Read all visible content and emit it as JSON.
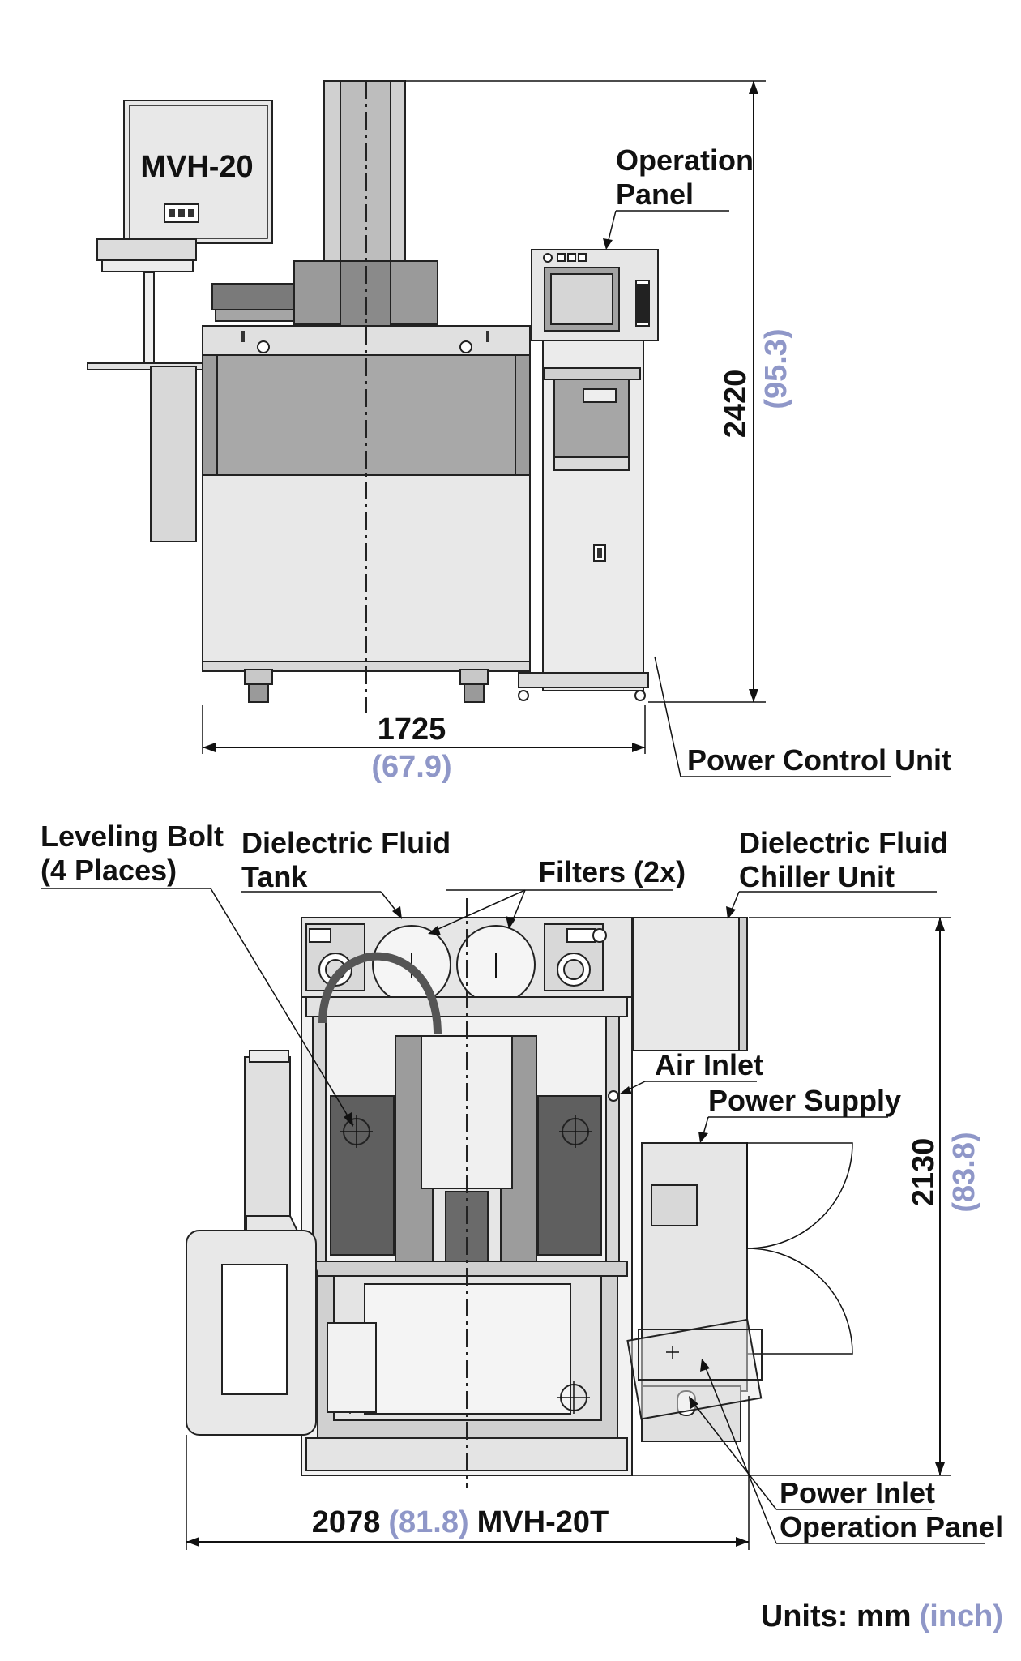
{
  "front_view": {
    "model_label": "MVH-20",
    "operation_panel_label_line1": "Operation",
    "operation_panel_label_line2": "Panel",
    "power_control_unit_label": "Power Control Unit",
    "height_dim": "2420",
    "height_inch": "(95.3)",
    "width_dim": "1725",
    "width_inch": "(67.9)"
  },
  "top_view": {
    "leveling_bolt_line1": "Leveling Bolt",
    "leveling_bolt_line2": "(4 Places)",
    "fluid_tank_line1": "Dielectric Fluid",
    "fluid_tank_line2": "Tank",
    "filters_label": "Filters (2x)",
    "chiller_line1": "Dielectric Fluid",
    "chiller_line2": "Chiller Unit",
    "air_inlet_label": "Air Inlet",
    "power_supply_label": "Power Supply",
    "power_inlet_label": "Power Inlet",
    "operation_panel_label": "Operation Panel",
    "depth_dim": "2130",
    "depth_inch": "(83.8)",
    "width_dim": "2078",
    "width_inch": "(81.8)",
    "width_model": "MVH-20T"
  },
  "units": {
    "prefix": "Units: mm",
    "inch": "(inch)"
  },
  "colors": {
    "light_gray": "#e6e6e6",
    "mid_gray": "#b5b5b5",
    "dark_gray": "#5d5d5d",
    "inch_blue": "#8f97c8"
  }
}
